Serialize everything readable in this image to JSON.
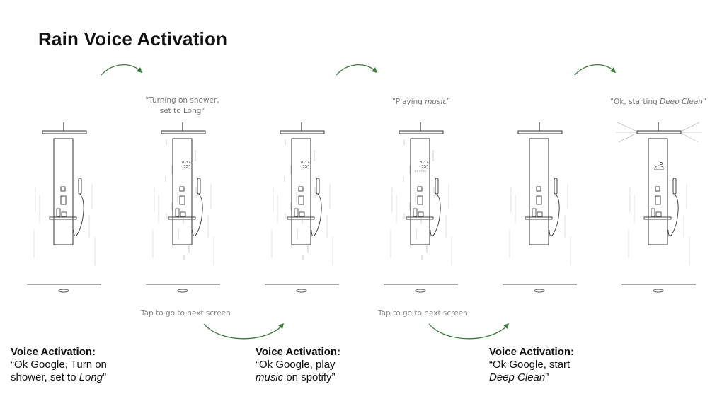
{
  "title": "Rain Voice Activation",
  "captions": {
    "c1_line1": "\"Turning on shower,",
    "c1_line2": "set to Long\"",
    "c2_pre": "\"Playing ",
    "c2_em": "music",
    "c2_post": "\"",
    "c3_pre": "\"Ok, starting ",
    "c3_em": "Deep Clean",
    "c3_post": "\""
  },
  "tap_links": [
    "Tap to go to next screen",
    "Tap to go to next screen"
  ],
  "display": {
    "time": "8:17",
    "temp": "35°"
  },
  "voice_activations": [
    {
      "heading": "Voice Activation:",
      "l1": "“Ok Google, Turn on",
      "l2_pre": "shower, set to ",
      "l2_em": "Long",
      "l2_post": "”"
    },
    {
      "heading": "Voice Activation:",
      "l1": "“Ok Google, play",
      "l2_em": "music",
      "l2_post": " on spotify”"
    },
    {
      "heading": "Voice Activation:",
      "l1": "“Ok Google, start",
      "l2_em": "Deep Clean",
      "l2_post": "”"
    }
  ],
  "colors": {
    "arrow": "#3b7a3b",
    "line": "#333333",
    "caption": "#777777"
  }
}
